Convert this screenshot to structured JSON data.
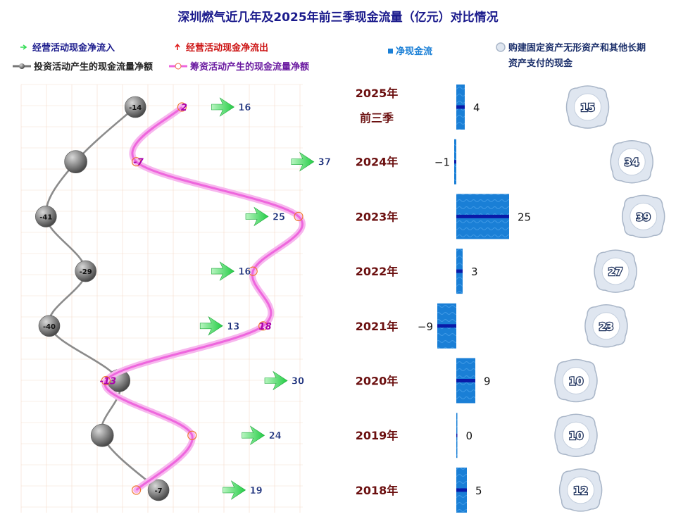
{
  "chart_data": {
    "type": "composite",
    "title": "深圳燃气近几年及2025年前三季现金流量（亿元）对比情况",
    "legend": {
      "operating_in": "经营活动现金净流入",
      "operating_out": "经营活动现金净流出",
      "investing": "投资活动产生的现金流量净额",
      "financing": "筹资活动产生的现金流量净额",
      "net_cash": "净现金流",
      "capex_line1": "购建固定资产无形资产和其他长期",
      "capex_line2": "资产支付的现金"
    },
    "categories": [
      [
        "2025年",
        "前三季"
      ],
      [
        "2024年"
      ],
      [
        "2023年"
      ],
      [
        "2022年"
      ],
      [
        "2021年"
      ],
      [
        "2020年"
      ],
      [
        "2019年"
      ],
      [
        "2018年"
      ]
    ],
    "investing_values": [
      -14,
      -32,
      -41,
      -29,
      -40,
      -19,
      -24,
      -7
    ],
    "investing_labels": [
      "-14",
      "",
      "-41",
      "-29",
      "-40",
      "",
      "",
      "-7"
    ],
    "financing_values": [
      2,
      -7,
      25,
      16,
      18,
      -13,
      4,
      -7
    ],
    "financing_labels": [
      "2",
      "-7",
      "",
      "",
      "18",
      "-13",
      "",
      ""
    ],
    "operating_values": [
      16,
      37,
      25,
      16,
      13,
      30,
      24,
      19
    ],
    "operating_labels": [
      "16",
      "37",
      "25",
      "16",
      "13",
      "30",
      "24",
      "19"
    ],
    "net_cash_values": [
      4,
      -1,
      25,
      3,
      -9,
      9,
      0,
      5
    ],
    "net_cash_labels": [
      "4",
      "−1",
      "25",
      "3",
      "−9",
      "9",
      "0",
      "5"
    ],
    "capex_values": [
      15,
      34,
      39,
      27,
      23,
      10,
      10,
      12
    ],
    "capex_labels": [
      "15",
      "34",
      "39",
      "27",
      "23",
      "10",
      "10",
      "12"
    ],
    "colors": {
      "title": "#1a1a8c",
      "year_text": "#6b0f0f",
      "operating_arrow": "#33dd55",
      "operating_out_arrow": "#e02020",
      "operating_label": "#1a2e7a",
      "investing": "#777777",
      "financing": "#ee66dd",
      "financing_label": "#aa00aa",
      "net_bar": "#1a7fd6",
      "net_bar_line": "#0a1aa8",
      "capex_fill": "#dfe6f0",
      "capex_edge": "#a9b6c8",
      "grid": "#f0cfb8"
    }
  }
}
